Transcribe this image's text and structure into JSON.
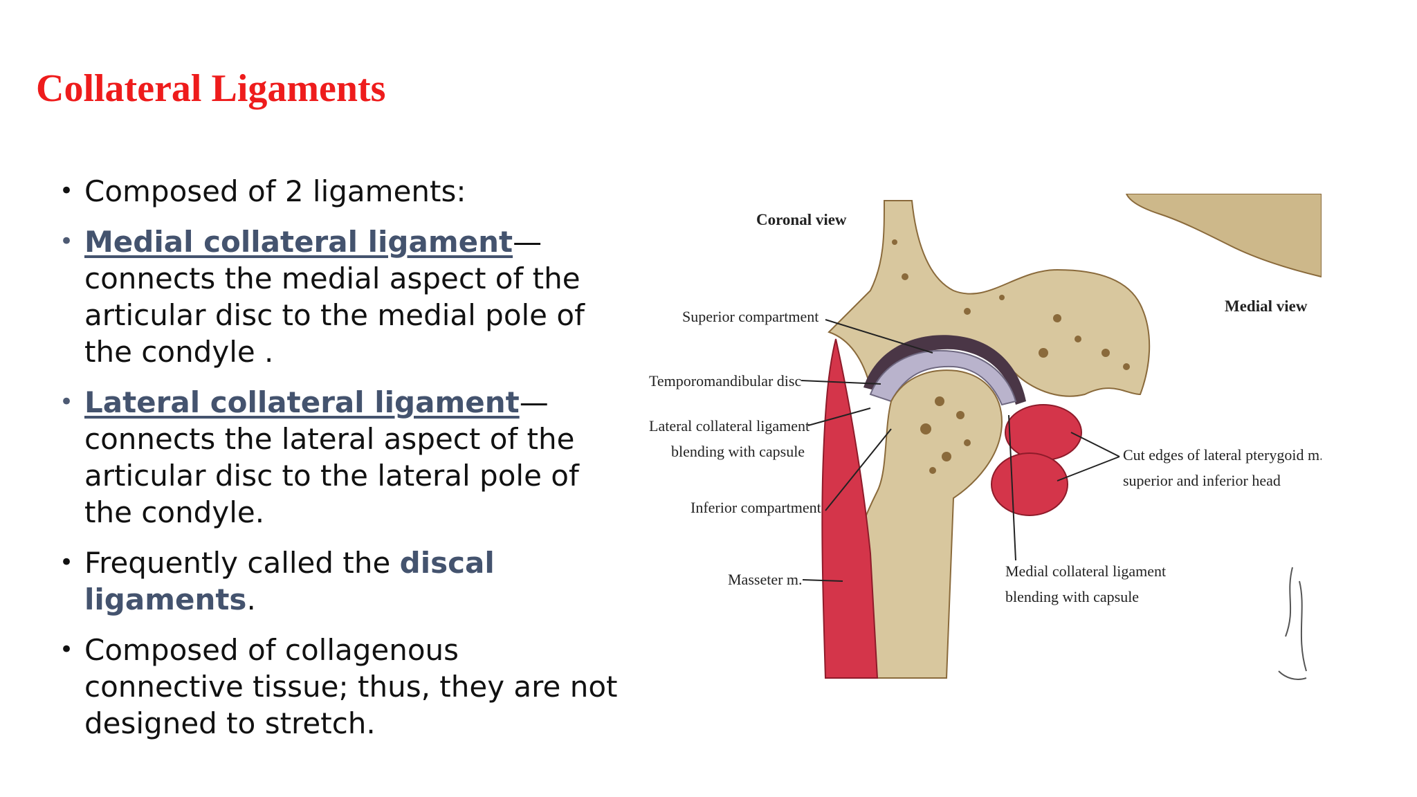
{
  "title": "Collateral Ligaments",
  "bullets": [
    {
      "text": "Composed of 2 ligaments:"
    },
    {
      "term": "Medial collateral ligament",
      "text": "— connects the medial aspect of the articular disc to the medial pole of the condyle ."
    },
    {
      "term": "Lateral collateral ligament",
      "text": "— connects the lateral aspect of the articular disc to the lateral pole of the condyle."
    },
    {
      "pre": "Frequently called the ",
      "emph": "discal ligaments",
      "post": "."
    },
    {
      "text": "Composed of collagenous connective tissue; thus, they are not designed to stretch."
    }
  ],
  "figure": {
    "labels": {
      "coronal_view": "Coronal view",
      "medial_view": "Medial view",
      "superior_compartment": "Superior compartment",
      "tm_disc": "Temporomandibular disc",
      "lcl_1": "Lateral collateral ligament",
      "lcl_2": "blending with capsule",
      "inferior_compartment": "Inferior compartment",
      "masseter": "Masseter m.",
      "cut_edges_1": "Cut edges of lateral pterygoid m.,",
      "cut_edges_2": "superior and inferior head",
      "mcl_1": "Medial collateral ligament",
      "mcl_2": "blending with capsule"
    },
    "colors": {
      "bone": "#d8c79e",
      "bone_dark": "#8a6a3b",
      "disc": "#b9b3cc",
      "muscle": "#d4354a",
      "title": "#ee1c1c",
      "term": "#44536e"
    }
  }
}
